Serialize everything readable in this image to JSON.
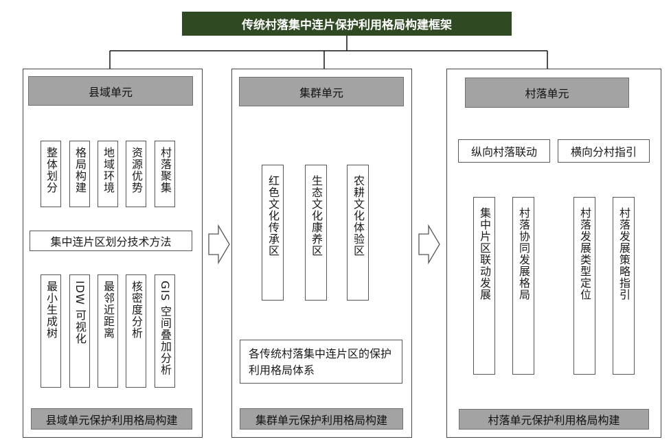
{
  "title": "传统村落集中连片保护利用格局构建框架",
  "county": {
    "header": "县域单元",
    "top_items": [
      "整体划分",
      "格局构建",
      "地域环境",
      "资源优势",
      "村落聚集"
    ],
    "method": "集中连片区划分技术方法",
    "bottom_items": [
      "最小生成树",
      "IDW 可视化",
      "最邻近距离",
      "核密度分析",
      "GIS 空间叠加分析"
    ],
    "footer": "县域单元保护利用格局构建"
  },
  "cluster": {
    "header": "集群单元",
    "items": [
      "红色文化传承区",
      "生态文化康养区",
      "农耕文化体验区"
    ],
    "system": "各传统村落集中连片区的保护利用格局体系",
    "footer": "集群单元保护利用格局构建"
  },
  "village": {
    "header": "村落单元",
    "sub_left": "纵向村落联动",
    "sub_right": "横向分村指引",
    "items": [
      "集中片区联动发展",
      "村落协同发展格局",
      "村落发展类型定位",
      "村落发展策略指引"
    ],
    "footer": "村落单元保护利用格局构建"
  },
  "colors": {
    "title_bg": "#2f4a23",
    "gray_box": "#a3a3a3",
    "line": "#555555"
  }
}
